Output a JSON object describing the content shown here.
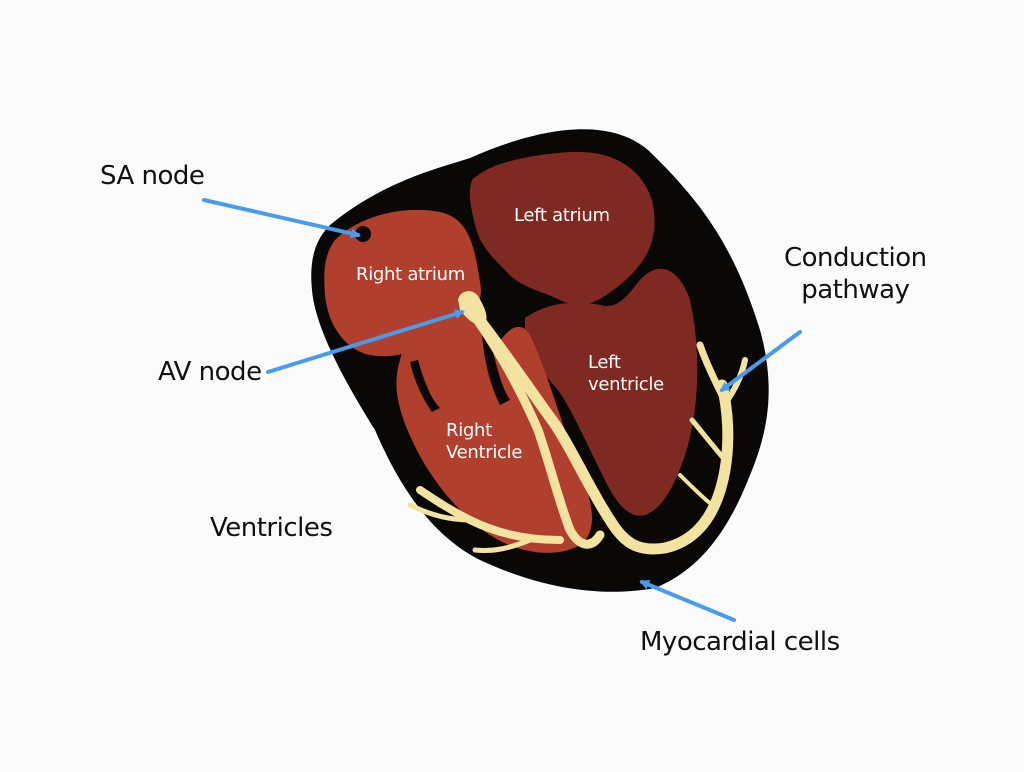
{
  "labels": {
    "sa_node": "SA node",
    "av_node": "AV node",
    "ventricles": "Ventricles",
    "conduction_line1": "Conduction",
    "conduction_line2": "pathway",
    "myocardial": "Myocardial cells",
    "right_atrium": "Right atrium",
    "left_atrium": "Left atrium",
    "left_ventricle_line1": "Left",
    "left_ventricle_line2": "ventricle",
    "right_ventricle_line1": "Right",
    "right_ventricle_line2": "Ventricle"
  },
  "colors": {
    "muscle": "#0a0807",
    "right_chambers": "#b03f2e",
    "left_chambers": "#7e2a22",
    "conduction": "#f3e3a0",
    "arrows": "#4a9bea"
  }
}
